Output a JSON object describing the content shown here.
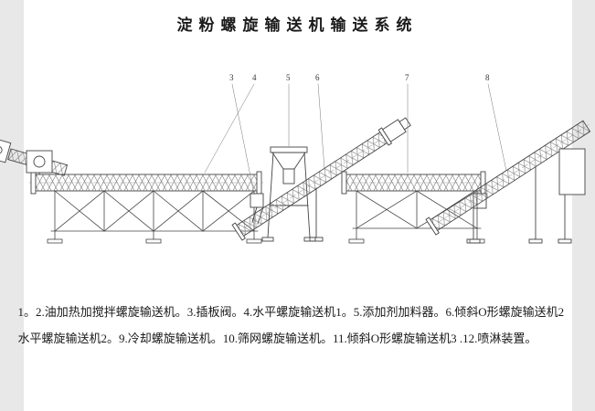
{
  "page": {
    "title": "淀粉螺旋输送机输送系统"
  },
  "diagram": {
    "callouts": [
      {
        "label": "3"
      },
      {
        "label": "4"
      },
      {
        "label": "5"
      },
      {
        "label": "6"
      },
      {
        "label": "7"
      },
      {
        "label": "8"
      }
    ],
    "components": [
      "horizontal-screw-conveyor-1",
      "truss-support-1",
      "slide-gate-valve",
      "additive-feeder-hopper",
      "inclined-screw-conveyor-1",
      "horizontal-screw-conveyor-2",
      "truss-support-2",
      "inclined-screw-conveyor-2"
    ],
    "line_color": "#444444",
    "hatch_color": "#7a7a7a"
  },
  "caption": {
    "lines": [
      "1。2.油加热加搅拌螺旋输送机。3.插板阀。4.水平螺旋输送机1。5.添加剂加料器。6.倾斜O形螺旋输送机2",
      "水平螺旋输送机2。9.冷却螺旋输送机。10.筛网螺旋输送机。11.倾斜O形螺旋输送机3 .12.喷淋装置。"
    ]
  }
}
